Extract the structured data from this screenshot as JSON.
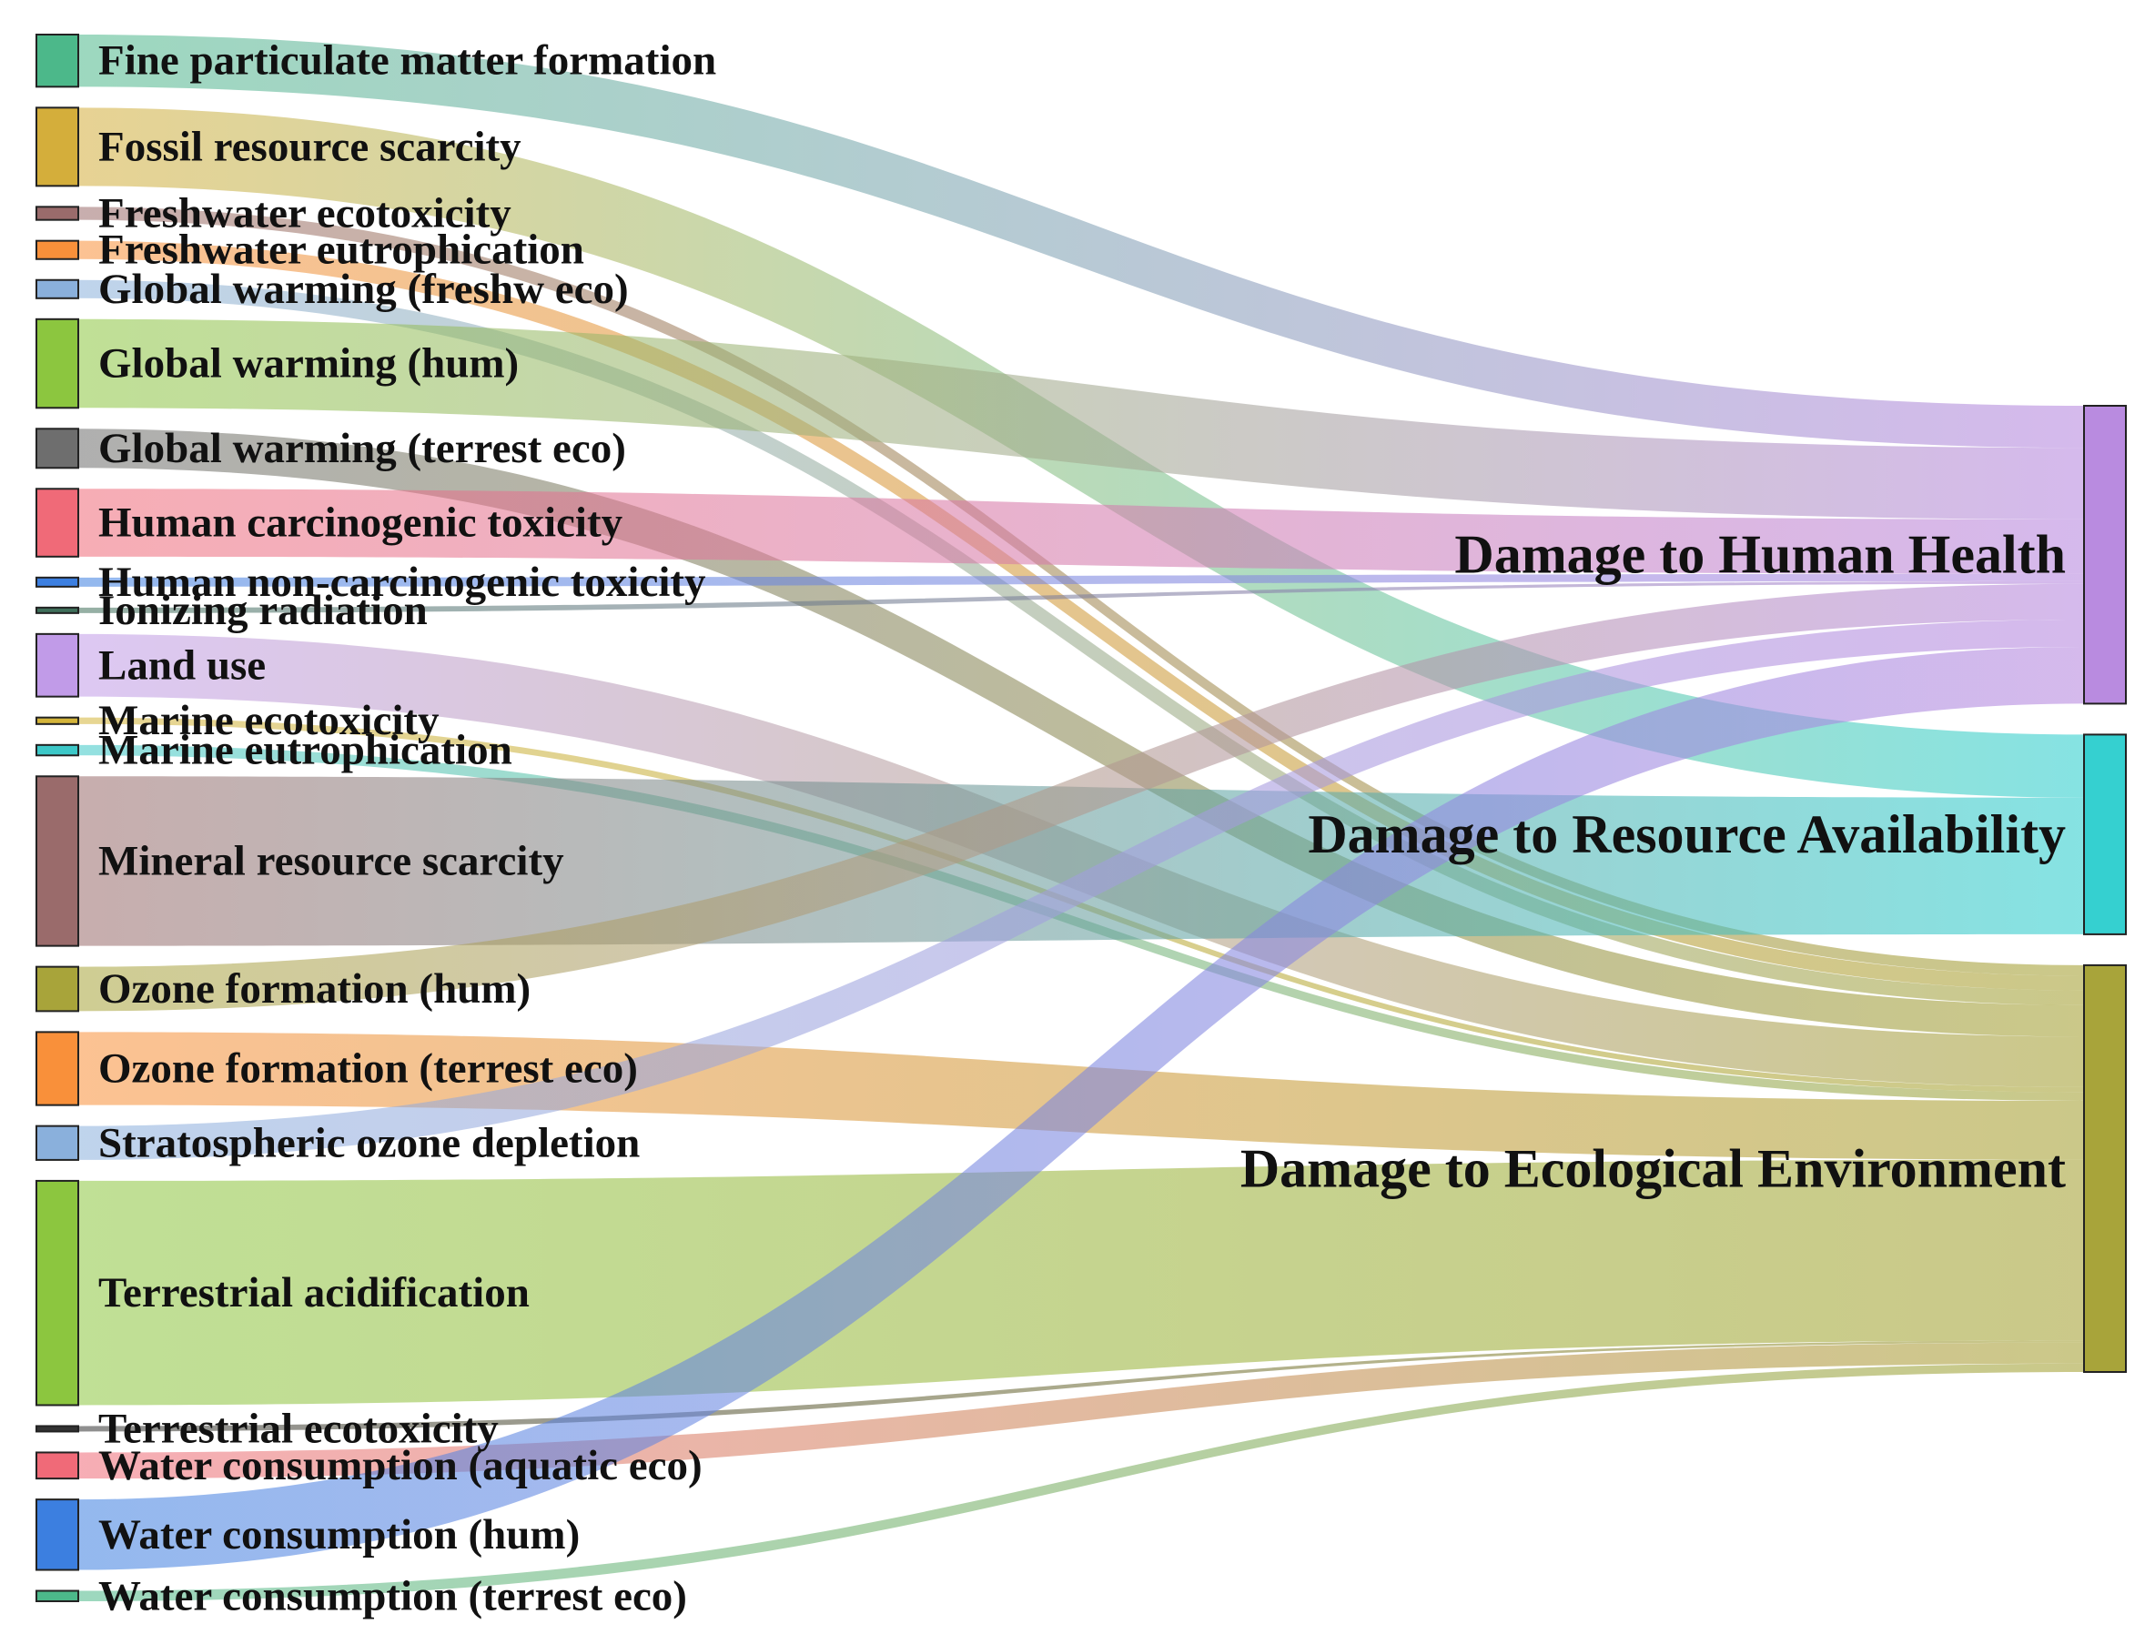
{
  "chart_data": {
    "type": "sankey",
    "sources": [
      {
        "id": "fpm",
        "label": "Fine particulate matter formation",
        "color": "#4cb88a"
      },
      {
        "id": "fos",
        "label": "Fossil resource scarcity",
        "color": "#d4ae3b"
      },
      {
        "id": "fet",
        "label": "Freshwater ecotoxicity",
        "color": "#9a6b6b"
      },
      {
        "id": "feu",
        "label": "Freshwater eutrophication",
        "color": "#f9903a"
      },
      {
        "id": "gwf",
        "label": "Global warming (freshw eco)",
        "color": "#8ab0dc"
      },
      {
        "id": "gwh",
        "label": "Global warming (hum)",
        "color": "#8cc63f"
      },
      {
        "id": "gwt",
        "label": "Global warming (terrest eco)",
        "color": "#6e6e6e"
      },
      {
        "id": "hct",
        "label": "Human carcinogenic toxicity",
        "color": "#f06a78"
      },
      {
        "id": "hnc",
        "label": "Human non-carcinogenic toxicity",
        "color": "#3c7fe0"
      },
      {
        "id": "ion",
        "label": "Ionizing radiation",
        "color": "#3f6f5a"
      },
      {
        "id": "land",
        "label": "Land use",
        "color": "#c19be8"
      },
      {
        "id": "met",
        "label": "Marine ecotoxicity",
        "color": "#d4b43a"
      },
      {
        "id": "meu",
        "label": "Marine eutrophication",
        "color": "#3cc8c8"
      },
      {
        "id": "min",
        "label": "Mineral resource scarcity",
        "color": "#9a6b6b"
      },
      {
        "id": "ozh",
        "label": "Ozone formation (hum)",
        "color": "#a8a43a"
      },
      {
        "id": "ozt",
        "label": "Ozone formation (terrest eco)",
        "color": "#f9903a"
      },
      {
        "id": "sod",
        "label": "Stratospheric ozone depletion",
        "color": "#8ab0dc"
      },
      {
        "id": "tac",
        "label": "Terrestrial acidification",
        "color": "#8cc63f"
      },
      {
        "id": "tet",
        "label": "Terrestrial ecotoxicity",
        "color": "#333333"
      },
      {
        "id": "wca",
        "label": "Water consumption (aquatic eco)",
        "color": "#f06a78"
      },
      {
        "id": "wch",
        "label": "Water consumption (hum)",
        "color": "#3c7fe0"
      },
      {
        "id": "wct",
        "label": "Water consumption (terrest eco)",
        "color": "#4cb88a"
      }
    ],
    "targets": [
      {
        "id": "hh",
        "label": "Damage to Human Health",
        "color": "#b98be0"
      },
      {
        "id": "ra",
        "label": "Damage to Resource Availability",
        "color": "#35d0d0"
      },
      {
        "id": "ee",
        "label": "Damage to Ecological Environment",
        "color": "#a8a43a"
      }
    ],
    "links": [
      {
        "source": "fpm",
        "target": "hh",
        "value": 20
      },
      {
        "source": "fos",
        "target": "ra",
        "value": 30
      },
      {
        "source": "fet",
        "target": "ee",
        "value": 5
      },
      {
        "source": "feu",
        "target": "ee",
        "value": 7
      },
      {
        "source": "gwf",
        "target": "ee",
        "value": 7
      },
      {
        "source": "gwh",
        "target": "hh",
        "value": 34
      },
      {
        "source": "gwt",
        "target": "ee",
        "value": 15
      },
      {
        "source": "hct",
        "target": "hh",
        "value": 26
      },
      {
        "source": "hnc",
        "target": "hh",
        "value": 3.5
      },
      {
        "source": "ion",
        "target": "hh",
        "value": 1.2
      },
      {
        "source": "land",
        "target": "ee",
        "value": 24
      },
      {
        "source": "met",
        "target": "ee",
        "value": 2.5
      },
      {
        "source": "meu",
        "target": "ee",
        "value": 4
      },
      {
        "source": "min",
        "target": "ra",
        "value": 65
      },
      {
        "source": "ozh",
        "target": "hh",
        "value": 17
      },
      {
        "source": "ozt",
        "target": "ee",
        "value": 28
      },
      {
        "source": "sod",
        "target": "hh",
        "value": 13
      },
      {
        "source": "tac",
        "target": "ee",
        "value": 86
      },
      {
        "source": "tet",
        "target": "ee",
        "value": 1
      },
      {
        "source": "wca",
        "target": "ee",
        "value": 10
      },
      {
        "source": "wch",
        "target": "hh",
        "value": 27
      },
      {
        "source": "wct",
        "target": "ee",
        "value": 4
      }
    ]
  }
}
